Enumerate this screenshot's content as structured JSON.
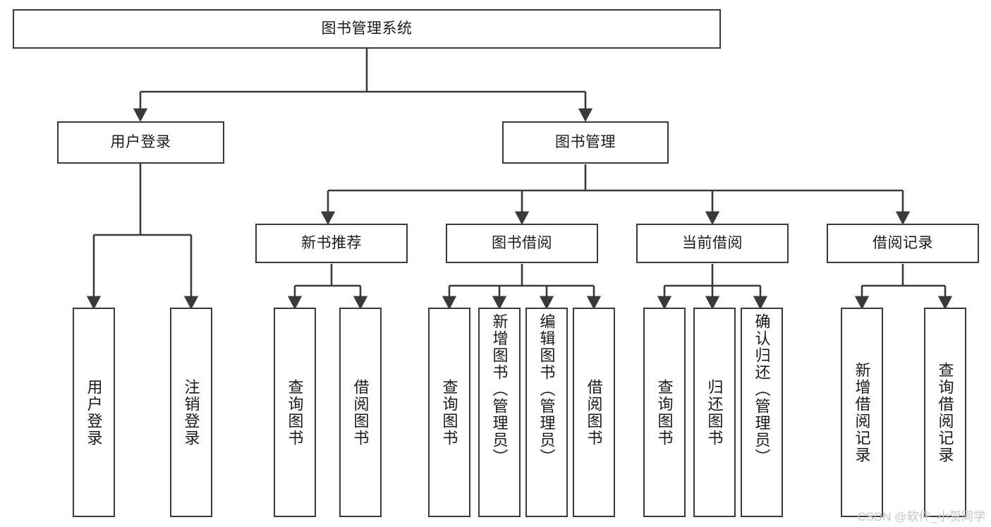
{
  "diagram": {
    "type": "hierarchy-tree",
    "title": "图书管理系统",
    "line_color": "#3a3a3a",
    "box_fill": "#ffffff",
    "text_color": "#1a1a1a",
    "levels": 4,
    "root": {
      "label": "图书管理系统"
    },
    "level1": [
      {
        "label": "用户登录"
      },
      {
        "label": "图书管理"
      }
    ],
    "level2": [
      {
        "label": "新书推荐"
      },
      {
        "label": "图书借阅"
      },
      {
        "label": "当前借阅"
      },
      {
        "label": "借阅记录"
      }
    ],
    "leaves": {
      "user_login": [
        {
          "label": "用户登录"
        },
        {
          "label": "注销登录"
        }
      ],
      "new_book_recommend": [
        {
          "label": "查询图书"
        },
        {
          "label": "借阅图书"
        }
      ],
      "book_borrow": [
        {
          "label": "查询图书"
        },
        {
          "label": "新增图书（管理员）"
        },
        {
          "label": "编辑图书（管理员）"
        },
        {
          "label": "借阅图书"
        }
      ],
      "current_borrow": [
        {
          "label": "查询图书"
        },
        {
          "label": "归还图书"
        },
        {
          "label": "确认归还（管理员）"
        }
      ],
      "borrow_record": [
        {
          "label": "新增借阅记录"
        },
        {
          "label": "查询借阅记录"
        }
      ]
    }
  },
  "watermark": {
    "text": "CSDN @软件_小贺同学"
  }
}
